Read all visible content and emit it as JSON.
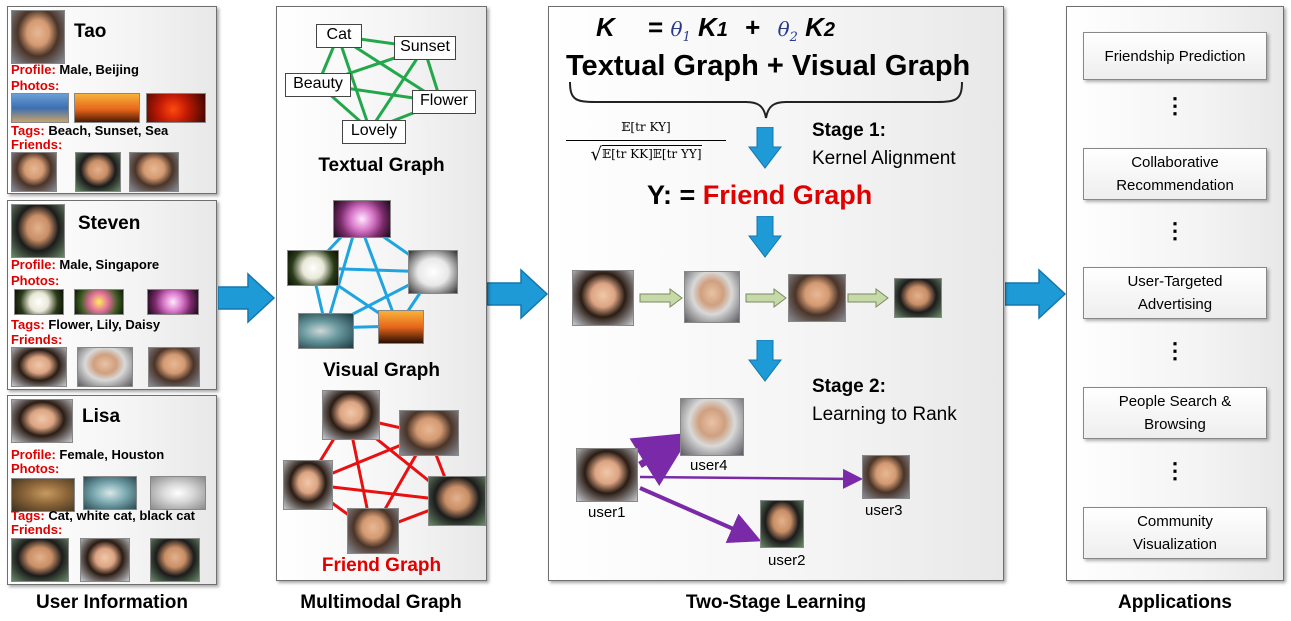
{
  "columns": {
    "user_info": "User Information",
    "multimodal": "Multimodal Graph",
    "two_stage": "Two-Stage Learning",
    "applications": "Applications"
  },
  "users": [
    {
      "name": "Tao",
      "profile_label": "Profile:",
      "profile": "Male, Beijing",
      "photos_label": "Photos:",
      "tags_label": "Tags:",
      "tags": "Beach, Sunset, Sea",
      "friends_label": "Friends:"
    },
    {
      "name": "Steven",
      "profile_label": "Profile:",
      "profile": "Male, Singapore",
      "photos_label": "Photos:",
      "tags_label": "Tags:",
      "tags": "Flower, Lily, Daisy",
      "friends_label": "Friends:"
    },
    {
      "name": "Lisa",
      "profile_label": "Profile:",
      "profile": "Female, Houston",
      "photos_label": "Photos:",
      "tags_label": "Tags:",
      "tags": "Cat, white cat, black cat",
      "friends_label": "Friends:"
    }
  ],
  "textual_graph": {
    "nodes": [
      "Cat",
      "Sunset",
      "Beauty",
      "Flower",
      "Lovely"
    ],
    "label": "Textual Graph",
    "edge_color": "#22a84a"
  },
  "visual_graph": {
    "label": "Visual Graph",
    "edge_color": "#1fa4e0"
  },
  "friend_graph": {
    "label": "Friend Graph",
    "edge_color": "#e81010"
  },
  "learning": {
    "formula_K": "K",
    "formula_eq": "=",
    "formula_theta1": "θ",
    "formula_sub1": "1",
    "formula_K1": "K",
    "formula_K1_sub": "1",
    "formula_plus": "+",
    "formula_theta2": "θ",
    "formula_sub2": "2",
    "formula_K2": "K",
    "formula_K2_sub": "2",
    "graph_sum": "Textual Graph + Visual Graph",
    "alignment_num": "𝔼[tr KY]",
    "alignment_den": "𝔼[tr KK]𝔼[tr YY]",
    "stage1_title": "Stage 1:",
    "stage1_desc": "Kernel Alignment",
    "y_label": "Y: = ",
    "y_value": "Friend Graph",
    "stage2_title": "Stage 2:",
    "stage2_desc": "Learning to Rank",
    "users": [
      "user1",
      "user4",
      "user3",
      "user2"
    ],
    "arrow_blue": "#1e9ad6",
    "arrow_purple": "#7a2aa8"
  },
  "applications": {
    "items": [
      "Friendship Prediction",
      "Collaborative Recommendation",
      "User-Targeted Advertising",
      "People Search & Browsing",
      "Community Visualization"
    ],
    "item_lines": [
      [
        "Friendship Prediction"
      ],
      [
        "Collaborative",
        "Recommendation"
      ],
      [
        "User-Targeted",
        "Advertising"
      ],
      [
        "People Search &",
        "Browsing"
      ],
      [
        "Community",
        "Visualization"
      ]
    ],
    "separator": "⋮"
  }
}
